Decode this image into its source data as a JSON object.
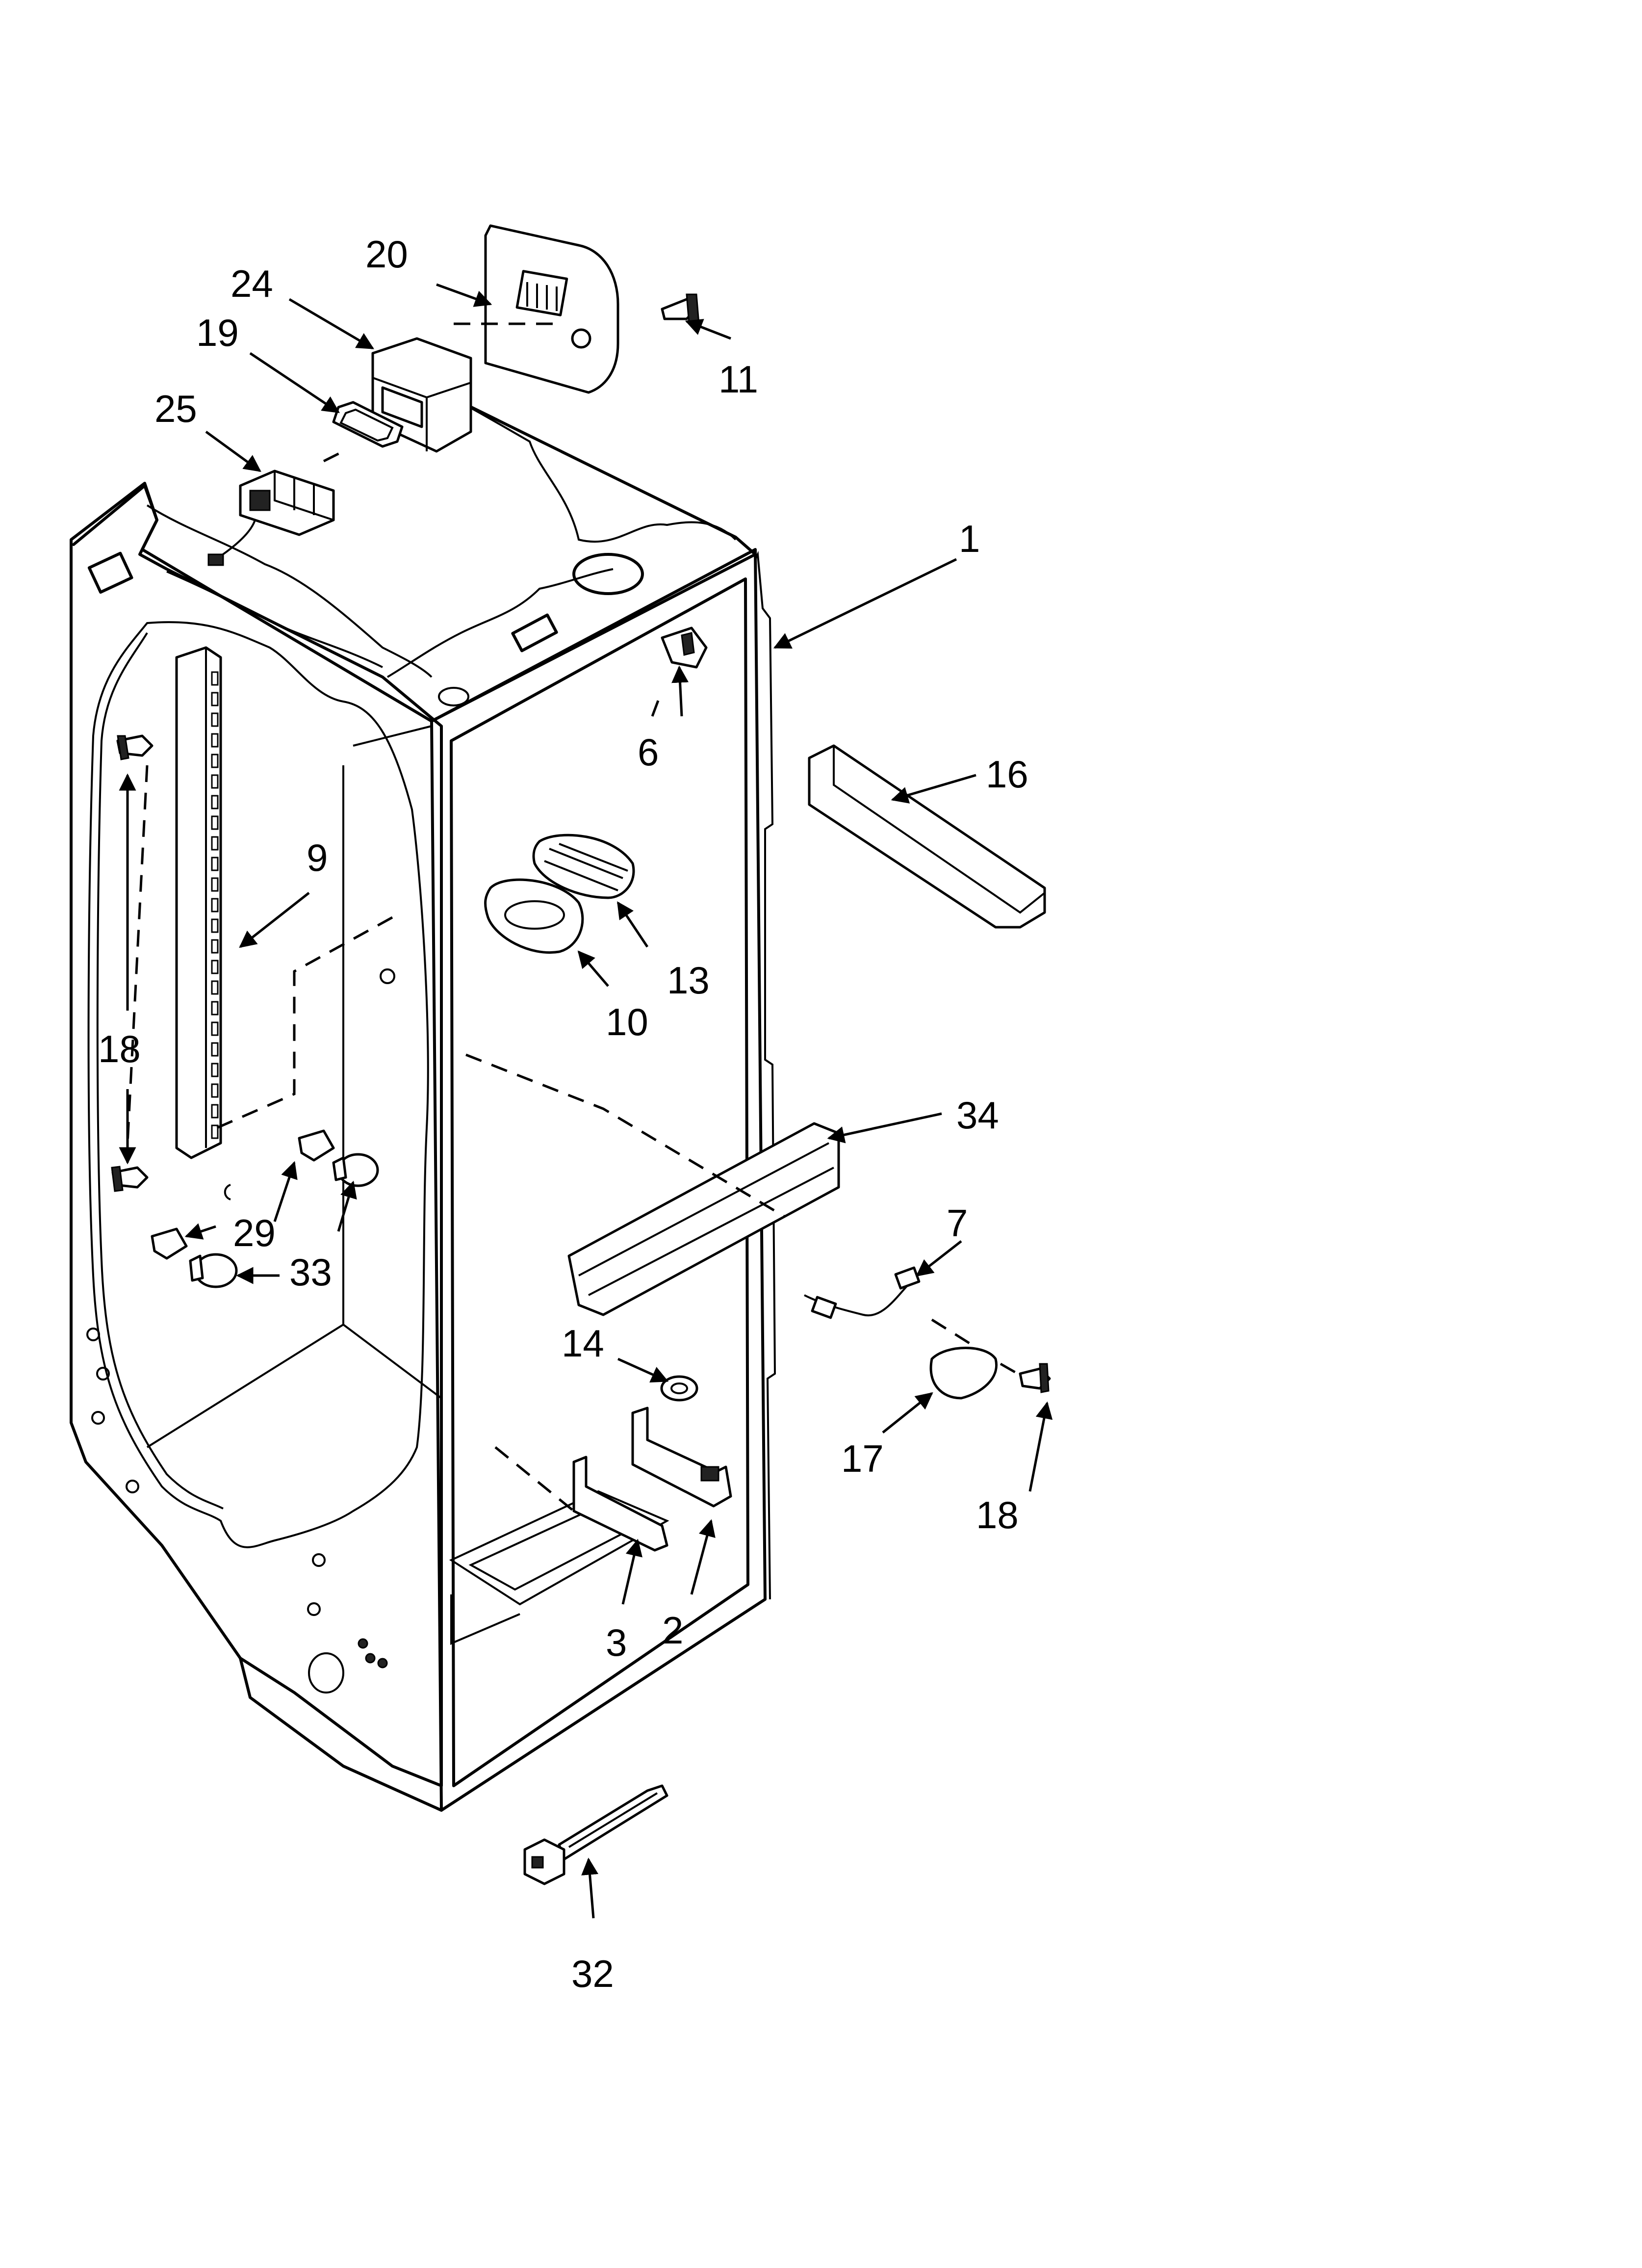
{
  "diagram": {
    "labels": [
      "1",
      "2",
      "3",
      "6",
      "7",
      "9",
      "10",
      "11",
      "13",
      "14",
      "16",
      "17",
      "18",
      "18",
      "19",
      "20",
      "24",
      "25",
      "29",
      "32",
      "33",
      "34"
    ]
  }
}
